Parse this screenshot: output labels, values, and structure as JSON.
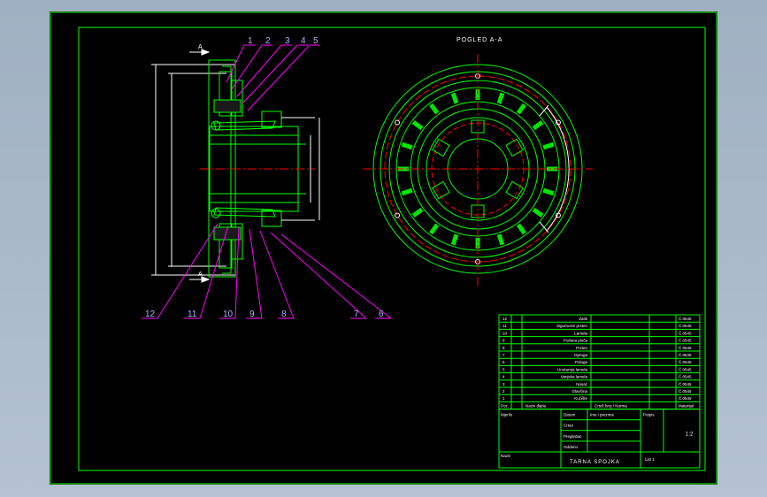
{
  "view_title": "POGLED A-A",
  "callouts_top": [
    "1",
    "2",
    "3",
    "4",
    "5"
  ],
  "callouts_bottom": [
    "12",
    "11",
    "10",
    "9",
    "8",
    "7",
    "6"
  ],
  "section_marks": {
    "top": "A",
    "bottom": "A"
  },
  "colors": {
    "background": "#000000",
    "frame": "#00ff00",
    "outline": "#00ff00",
    "hidden": "#ff0000",
    "dimension": "#ffffff",
    "callout": "#ff00ff",
    "callout_text": "#b0b0ff",
    "title_block_text": "#ffffff",
    "accent": "#ffff00"
  },
  "parts_list": [
    {
      "pos": "12",
      "name": "Zatik",
      "std": "",
      "material": "Č.0545"
    },
    {
      "pos": "11",
      "name": "Sigurnosni prsten",
      "std": "",
      "material": "Č.0545"
    },
    {
      "pos": "10",
      "name": "Lamela",
      "std": "",
      "material": "Č.0545"
    },
    {
      "pos": "9",
      "name": "Potisna ploča",
      "std": "",
      "material": "Č.0545"
    },
    {
      "pos": "8",
      "name": "Prsten",
      "std": "",
      "material": "Č.0545"
    },
    {
      "pos": "7",
      "name": "Opruga",
      "std": "",
      "material": "Č.0545"
    },
    {
      "pos": "6",
      "name": "Poluga",
      "std": "",
      "material": "Č.0545"
    },
    {
      "pos": "5",
      "name": "Unutarnja lamela",
      "std": "",
      "material": "Č.0545"
    },
    {
      "pos": "4",
      "name": "Vanjska lamela",
      "std": "",
      "material": "Č.0545"
    },
    {
      "pos": "3",
      "name": "Nosač",
      "std": "",
      "material": "Č.0545"
    },
    {
      "pos": "2",
      "name": "Glavčina",
      "std": "",
      "material": "Č.0545"
    },
    {
      "pos": "1",
      "name": "Kućište",
      "std": "",
      "material": "Č.0545"
    }
  ],
  "title_block": {
    "row_headers": [
      "Poz.",
      "Naziv dijela",
      "Crtež broj / Norma",
      "Materijal"
    ],
    "labels": [
      "Mjerilo",
      "Datum",
      "Ime i prezime",
      "Potpis",
      "Crtao",
      "Pregledao",
      "Odobrio",
      "Naziv"
    ],
    "title": "TARNA SPOJKA",
    "scale": "1:2",
    "sheet": "List 1"
  }
}
